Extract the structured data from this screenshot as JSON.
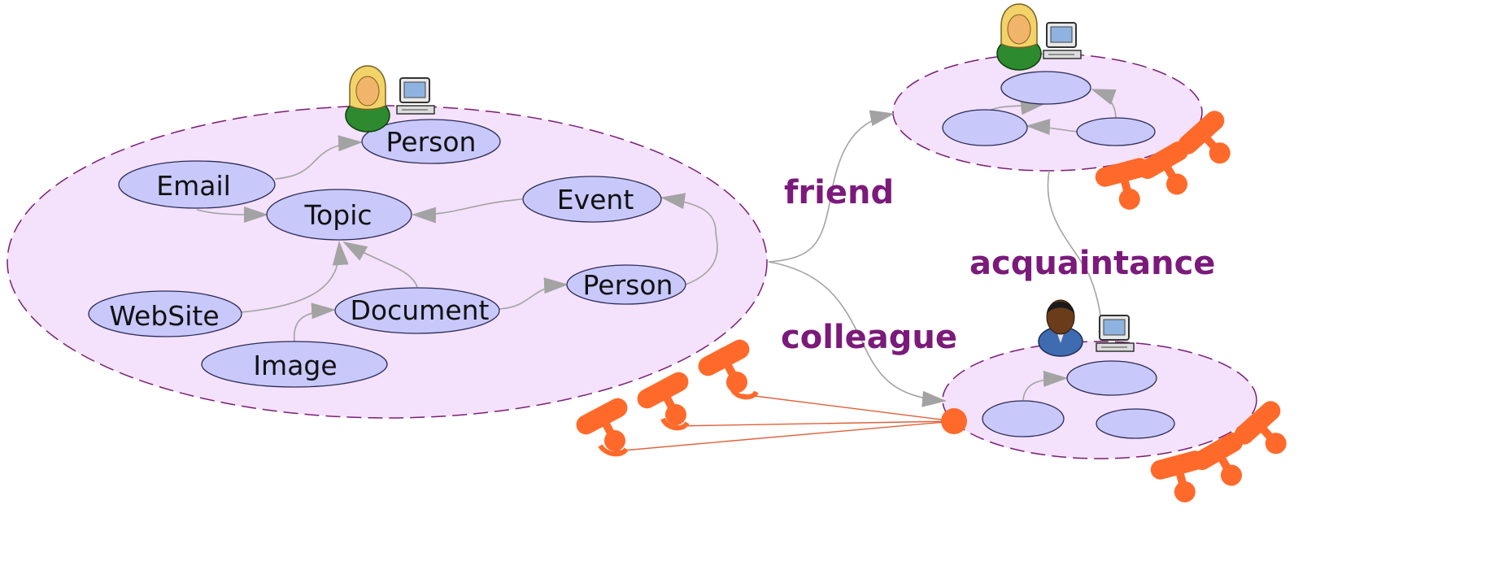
{
  "colors": {
    "peer_fill": "#f4e1fb",
    "peer_stroke": "#7a1e76",
    "node_fill": "#c9c8fb",
    "node_stroke": "#2b2b55",
    "edge": "#a3a3a3",
    "relation_text": "#7b1a7b",
    "plug": "#ff6a2a"
  },
  "icons": [
    "user-female-icon",
    "computer-icon",
    "user-male-icon",
    "plug-connector-icon"
  ],
  "main_peer": {
    "nodes": {
      "person_top": "Person",
      "email": "Email",
      "topic": "Topic",
      "event": "Event",
      "person_mid": "Person",
      "website": "WebSite",
      "document": "Document",
      "image": "Image"
    }
  },
  "relations": {
    "friend": "friend",
    "acquaintance": "acquaintance",
    "colleague": "colleague"
  }
}
